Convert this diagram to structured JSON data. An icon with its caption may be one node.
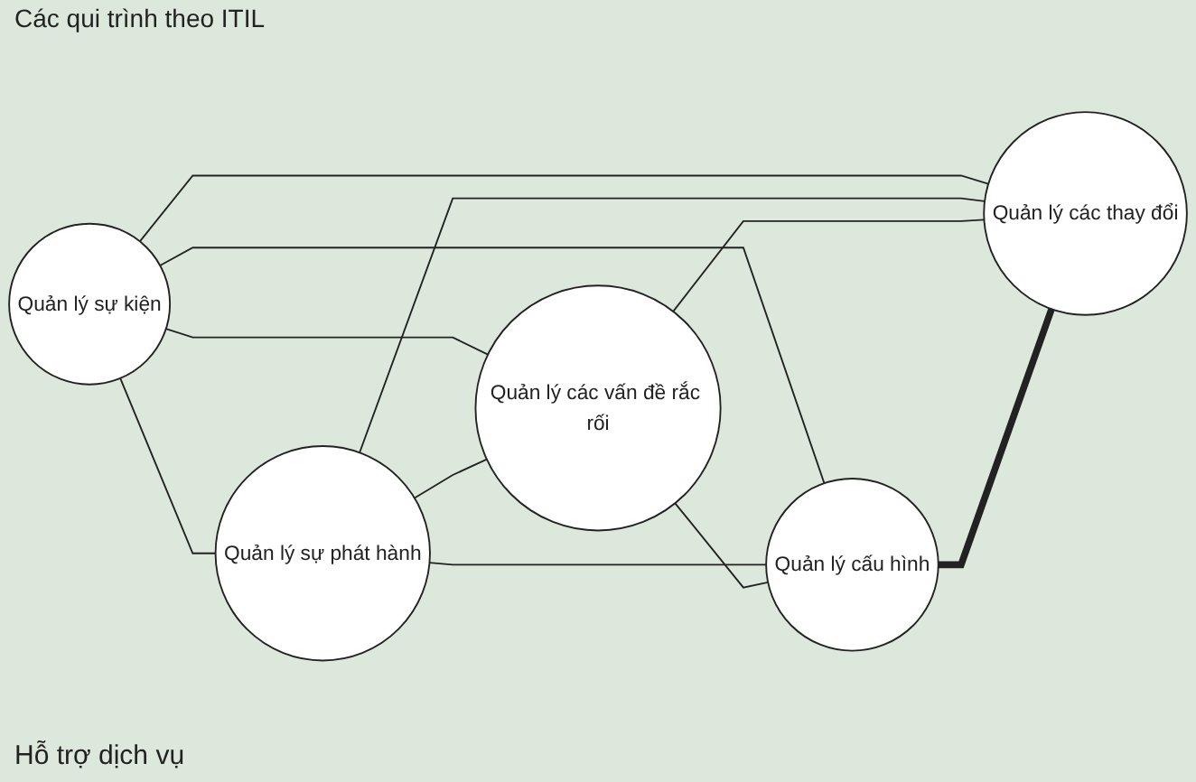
{
  "diagram": {
    "title": "Các qui trình theo ITIL",
    "nodes": [
      {
        "text": [
          "Quản lý sự kiện"
        ]
      },
      {
        "text": [
          "Quản lý sự phát hành"
        ]
      },
      {
        "text": [
          "Quản lý các vấn đề rắc rối"
        ]
      },
      {
        "text": [
          "Quản lý cấu hình"
        ]
      },
      {
        "text": [
          "Quản lý các thay đổi"
        ]
      }
    ],
    "edges": [
      {
        "from": 0,
        "to": 1,
        "arrow": "none"
      },
      {
        "from": 0,
        "to": 2,
        "arrow": "none"
      },
      {
        "from": 0,
        "to": 3,
        "arrow": "none"
      },
      {
        "from": 0,
        "to": 4,
        "arrow": "none"
      },
      {
        "from": 1,
        "to": 2,
        "arrow": "none"
      },
      {
        "from": 1,
        "to": 3,
        "arrow": "none"
      },
      {
        "from": 1,
        "to": 4,
        "arrow": "none"
      },
      {
        "from": 2,
        "to": 3,
        "arrow": "none"
      },
      {
        "from": 2,
        "to": 4,
        "arrow": "none"
      },
      {
        "from": 3,
        "to": 4,
        "arrow": "none",
        "style": "thick"
      }
    ],
    "labels": [
      "Hỗ trợ dịch vụ"
    ]
  }
}
